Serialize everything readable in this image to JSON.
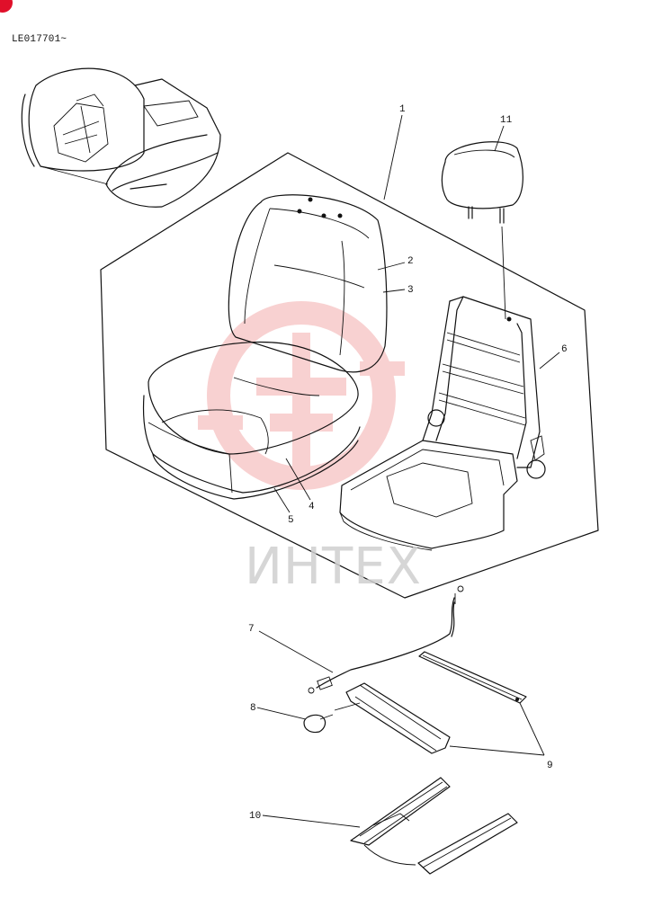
{
  "diagram": {
    "serial_label": "LE017701~",
    "watermark_text": "ИНТЕХ",
    "colors": {
      "line": "#111111",
      "watermark_logo": "#f4b3b3",
      "watermark_text": "#cfcfcf",
      "corner_dot": "#e0102a"
    },
    "callouts": [
      {
        "id": "c1",
        "label": "1"
      },
      {
        "id": "c2",
        "label": "2"
      },
      {
        "id": "c3",
        "label": "3"
      },
      {
        "id": "c4",
        "label": "4"
      },
      {
        "id": "c5",
        "label": "5"
      },
      {
        "id": "c6",
        "label": "6"
      },
      {
        "id": "c7",
        "label": "7"
      },
      {
        "id": "c8",
        "label": "8"
      },
      {
        "id": "c9",
        "label": "9"
      },
      {
        "id": "c10",
        "label": "10"
      },
      {
        "id": "c11",
        "label": "11"
      }
    ]
  }
}
